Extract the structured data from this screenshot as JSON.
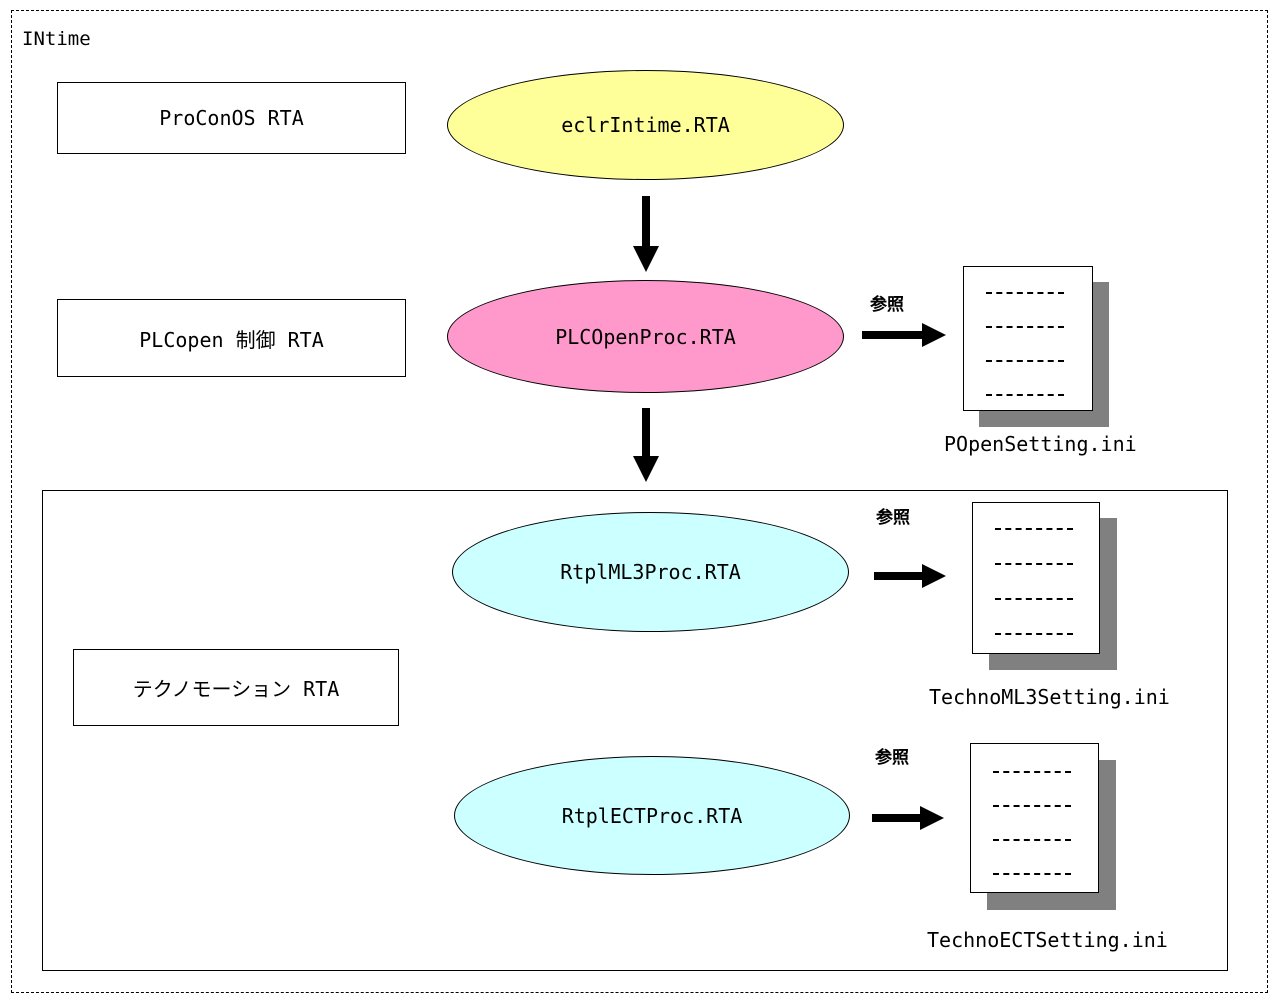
{
  "region": {
    "label": "INtime"
  },
  "left_boxes": {
    "proconos": "ProConOS RTA",
    "plcopen": "PLCopen 制御 RTA",
    "techno": "テクノモーション RTA"
  },
  "processes": {
    "eclr": {
      "label": "eclrIntime.RTA",
      "color": "#ffff99"
    },
    "plcopen": {
      "label": "PLCOpenProc.RTA",
      "color": "#ff99cc"
    },
    "ml3": {
      "label": "RtplML3Proc.RTA",
      "color": "#ccffff"
    },
    "ect": {
      "label": "RtplECTProc.RTA",
      "color": "#ccffff"
    }
  },
  "references": {
    "label": "参照",
    "files": [
      "POpenSetting.ini",
      "TechnoML3Setting.ini",
      "TechnoECTSetting.ini"
    ]
  },
  "document_icon": {
    "line_text": "-------"
  }
}
